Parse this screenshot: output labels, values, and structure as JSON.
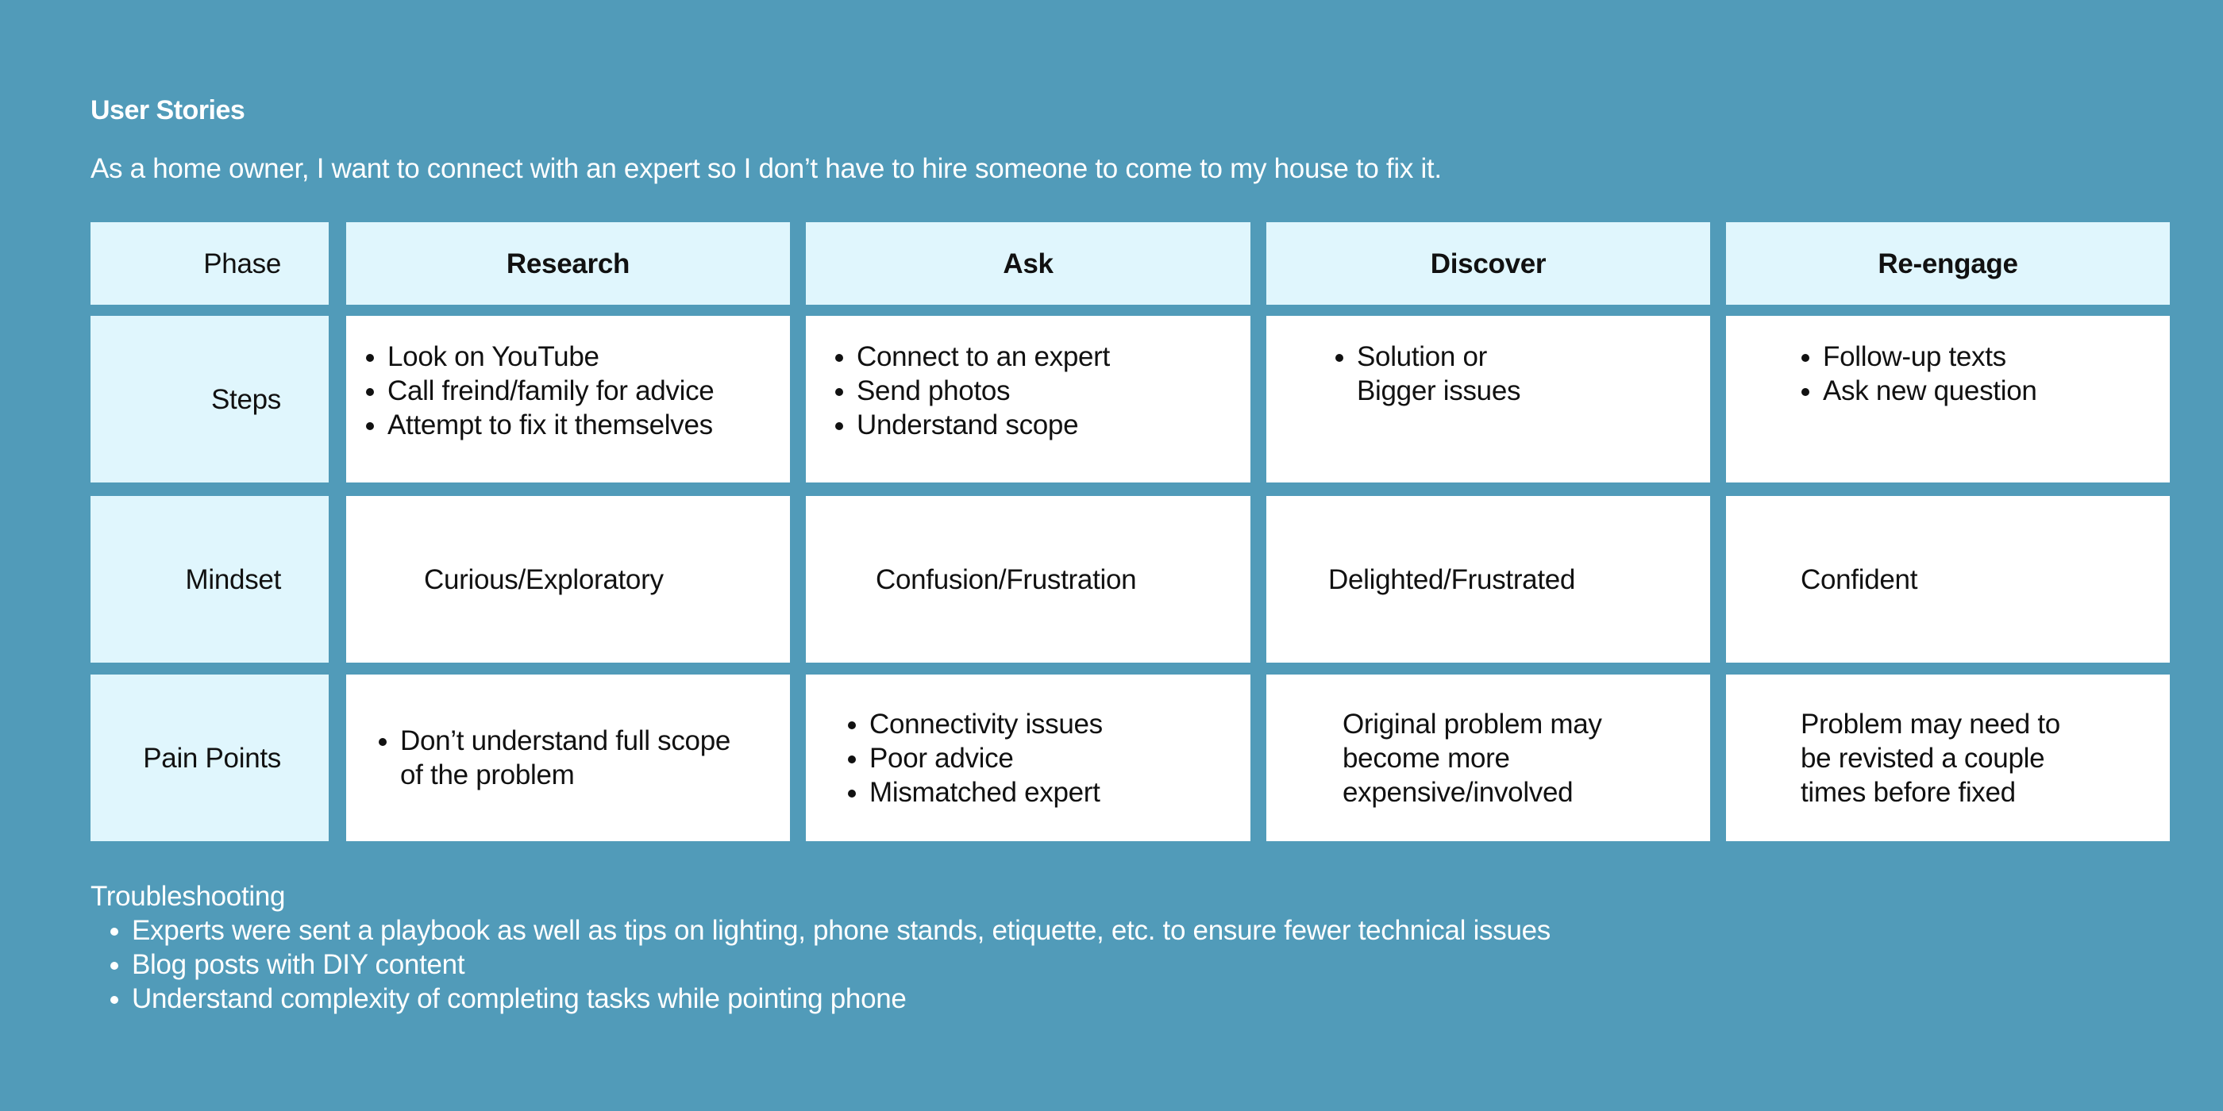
{
  "title": "User Stories",
  "subtitle": "As a home owner, I want to connect with an expert so I don’t have to hire someone to come to my house to fix it.",
  "table": {
    "row_labels": [
      "Phase",
      "Steps",
      "Mindset",
      "Pain Points"
    ],
    "phases": [
      "Research",
      "Ask",
      "Discover",
      "Re-engage"
    ],
    "steps": [
      [
        "Look on YouTube",
        "Call freind/family for advice",
        "Attempt to fix it themselves"
      ],
      [
        "Connect to an expert",
        "Send photos",
        "Understand scope"
      ],
      [
        "Solution or\nBigger issues"
      ],
      [
        "Follow-up texts",
        "Ask new question"
      ]
    ],
    "mindset": [
      "Curious/Exploratory",
      "Confusion/Frustration",
      "Delighted/Frustrated",
      "Confident"
    ],
    "pain_points": {
      "research": [
        "Don’t understand full scope of the problem"
      ],
      "ask": [
        "Connectivity issues",
        "Poor advice",
        "Mismatched expert"
      ],
      "discover": "Original problem may become more expensive/involved",
      "reengage": "Problem may need to be revisted a couple times before fixed"
    }
  },
  "troubleshooting": {
    "heading": "Troubleshooting",
    "items": [
      "Experts were sent a playbook as well as tips on lighting, phone stands, etiquette, etc. to ensure fewer technical issues",
      "Blog posts with DIY content",
      "Understand complexity of completing tasks while pointing phone"
    ]
  },
  "colors": {
    "background": "#519BB9",
    "header_cell": "#E0F6FD",
    "body_cell": "#FFFFFF"
  }
}
